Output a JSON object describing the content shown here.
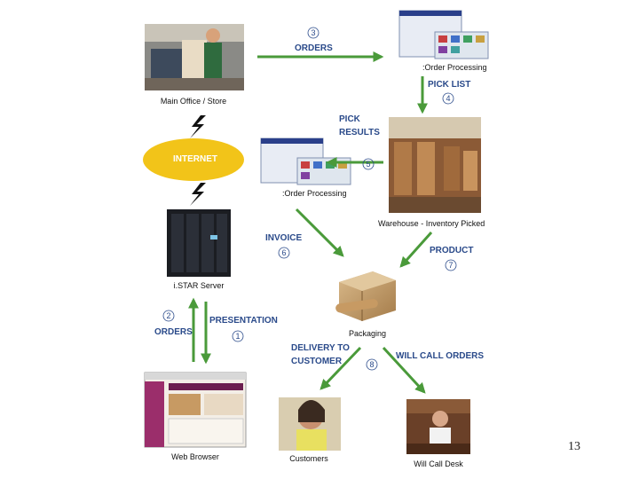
{
  "nodes": {
    "main_office": "Main Office / Store",
    "order_processing_top": ":Order Processing",
    "internet": "INTERNET",
    "order_processing_mid": ":Order Processing",
    "warehouse": "Warehouse - Inventory Picked",
    "server": "i.STAR Server",
    "packaging": "Packaging",
    "web_browser": "Web Browser",
    "customers": "Customers",
    "will_call_desk": "Will Call Desk"
  },
  "steps": {
    "orders_top": {
      "num": "3",
      "label": "ORDERS"
    },
    "pick_list": {
      "num": "4",
      "label": "PICK LIST"
    },
    "pick_results": {
      "num": "5",
      "label1": "PICK",
      "label2": "RESULTS"
    },
    "invoice": {
      "num": "6",
      "label": "INVOICE"
    },
    "product": {
      "num": "7",
      "label": "PRODUCT"
    },
    "orders_left": {
      "num": "2",
      "label": "ORDERS"
    },
    "presentation": {
      "num": "1",
      "label": "PRESENTATION"
    },
    "delivery": {
      "num": "8",
      "label1": "DELIVERY TO",
      "label2": "CUSTOMER"
    },
    "will_call": {
      "label": "WILL CALL ORDERS"
    }
  },
  "colors": {
    "arrow": "#4a9a3a",
    "step_text": "#2a4a8a",
    "internet_fill": "#f2c419",
    "lightning": "#111111"
  },
  "page_number": "13"
}
